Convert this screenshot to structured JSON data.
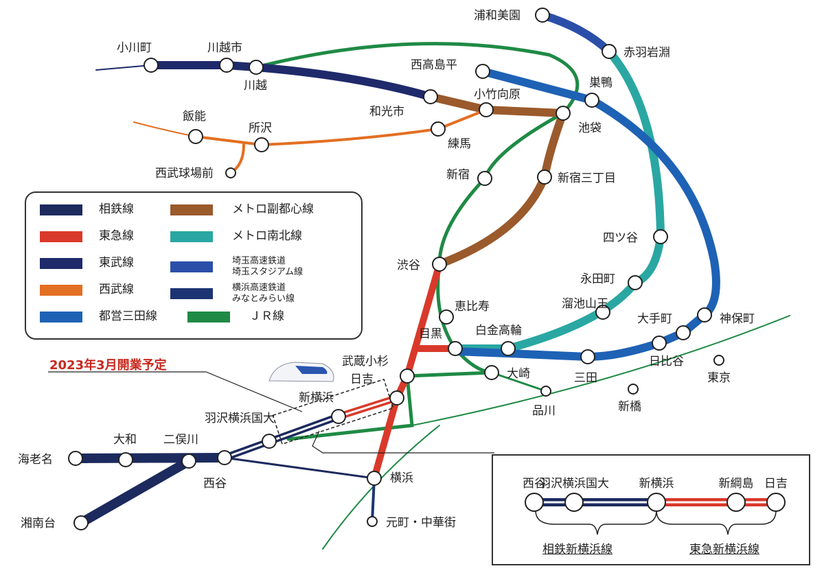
{
  "colors": {
    "sotetsu": "#1c2a5e",
    "tokyu": "#d9392a",
    "tobu": "#1f2a6b",
    "seibu": "#e36f22",
    "mita": "#1e62b5",
    "fukutoshin": "#9a5a2c",
    "namboku": "#2aa7a2",
    "saitama": "#2b4fa8",
    "minatomirai": "#1d3474",
    "jr": "#1f8a45"
  },
  "stations": {
    "urawamisono": "浦和美園",
    "akabaneiwabuchi": "赤羽岩淵",
    "nishitakashimadaira": "西高島平",
    "sugamo": "巣鴨",
    "ikebukuro": "池袋",
    "kotakemukaihara": "小竹向原",
    "wakoshi": "和光市",
    "nerima": "練馬",
    "ogawamachi": "小川町",
    "kawagoeshi": "川越市",
    "kawagoe": "川越",
    "hanno": "飯能",
    "tokorozawa": "所沢",
    "seibukyujomae": "西武球場前",
    "shinjuku": "新宿",
    "shinjukusanchome": "新宿三丁目",
    "yotsuya": "四ツ谷",
    "shibuya": "渋谷",
    "nagatacho": "永田町",
    "tameikesanno": "溜池山王",
    "ebisu": "恵比寿",
    "jimbocho": "神保町",
    "otemachi": "大手町",
    "hibiya": "日比谷",
    "shirokanetakanawa": "白金高輪",
    "meguro": "目黒",
    "mita": "三田",
    "tokyo": "東京",
    "musashikosugi": "武蔵小杉",
    "osaki": "大崎",
    "shinagawa": "品川",
    "shimbashi": "新橋",
    "hiyoshi": "日吉",
    "shinyokohama": "新横浜",
    "hazawa": "羽沢横浜国大",
    "nishiya": "西谷",
    "futamatagawa": "二俣川",
    "yamato": "大和",
    "ebina": "海老名",
    "shonandai": "湘南台",
    "yokohama": "横浜",
    "motomachi": "元町・中華街"
  },
  "legend": [
    {
      "label": "相鉄線",
      "color": "#1c2a5e"
    },
    {
      "label": "東急線",
      "color": "#d9392a"
    },
    {
      "label": "東武線",
      "color": "#1f2a6b"
    },
    {
      "label": "西武線",
      "color": "#e36f22"
    },
    {
      "label": "都営三田線",
      "color": "#1e62b5"
    },
    {
      "label": "メトロ副都心線",
      "color": "#9a5a2c"
    },
    {
      "label": "メトロ南北線",
      "color": "#2aa7a2"
    },
    {
      "label": "埼玉高速鉄道",
      "label2": "埼玉スタジアム線",
      "color": "#2b4fa8"
    },
    {
      "label": "横浜高速鉄道",
      "label2": "みなとみらい線",
      "color": "#1d3474"
    },
    {
      "label": "ＪＲ線",
      "color": "#1f8a45"
    }
  ],
  "callout": "2023年3月開業予定",
  "inset": {
    "stations": [
      "西谷",
      "羽沢横浜国大",
      "新横浜",
      "新綱島",
      "日吉"
    ],
    "line1": "相鉄新横浜線",
    "line2": "東急新横浜線"
  }
}
